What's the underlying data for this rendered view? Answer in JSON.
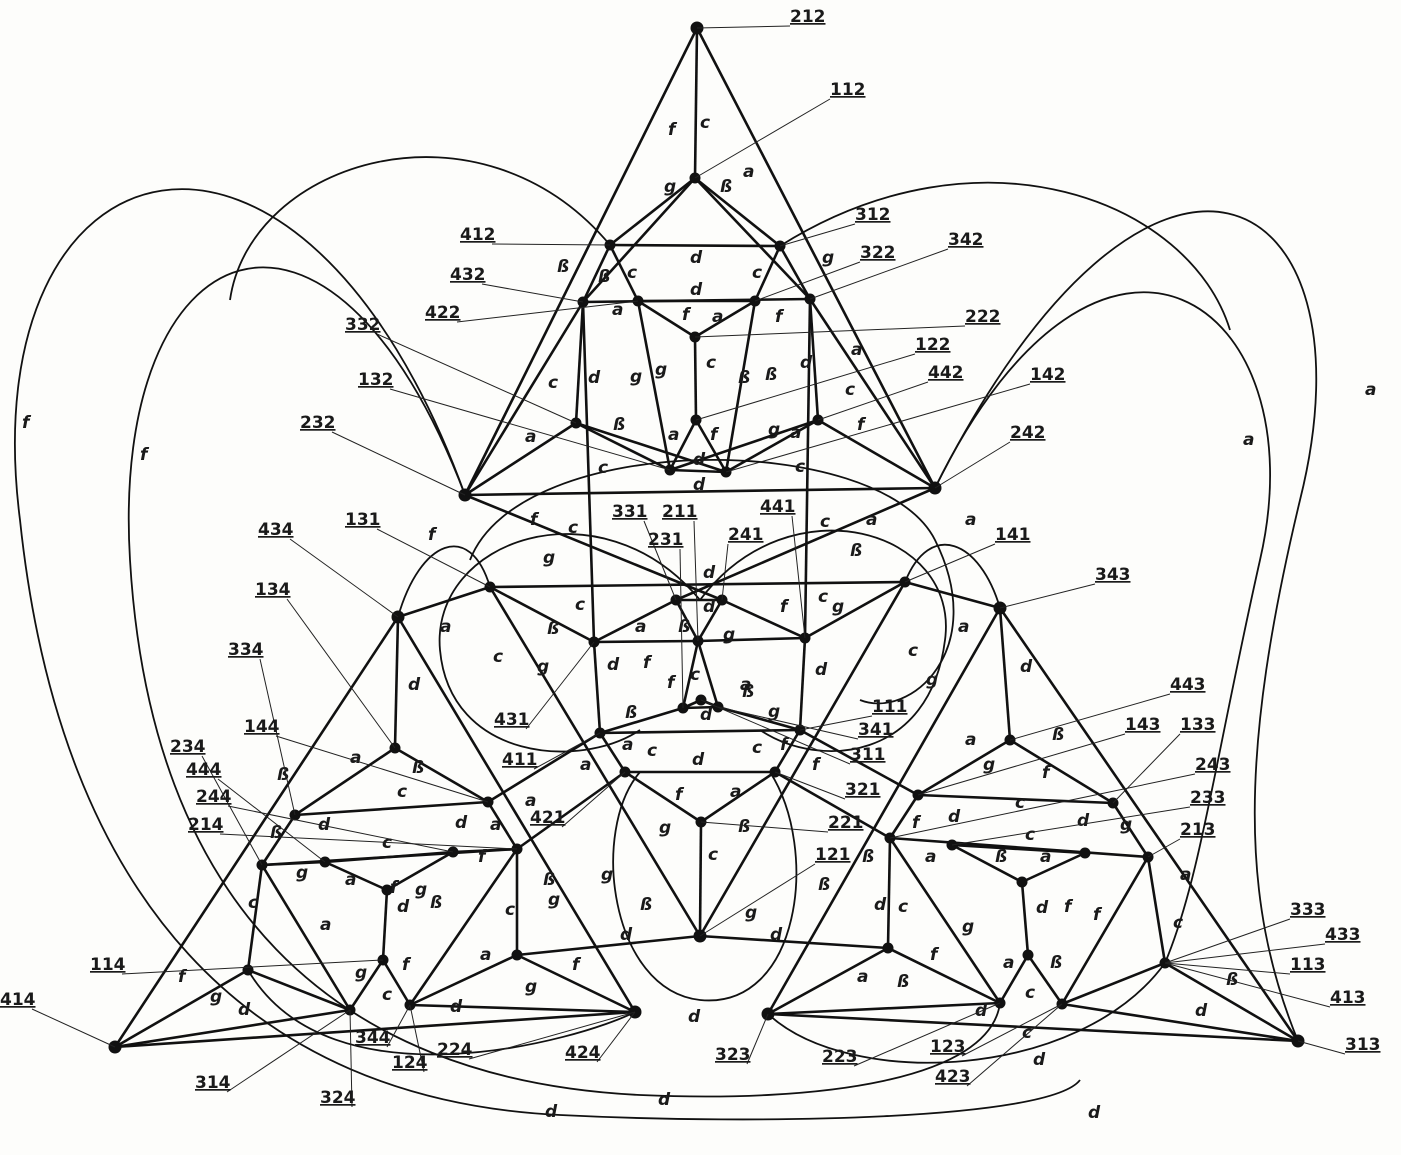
{
  "node_labels": {
    "212": "212",
    "112": "112",
    "312": "312",
    "412": "412",
    "322": "322",
    "342": "342",
    "432": "432",
    "422": "422",
    "222": "222",
    "332": "332",
    "122": "122",
    "442": "442",
    "132": "132",
    "142": "142",
    "232": "232",
    "242": "242",
    "331": "331",
    "211": "211",
    "231": "231",
    "241": "241",
    "441": "441",
    "131": "131",
    "141": "141",
    "431": "431",
    "411": "411",
    "111": "111",
    "341": "341",
    "311": "311",
    "321": "321",
    "421": "421",
    "221": "221",
    "121": "121",
    "434": "434",
    "134": "134",
    "334": "334",
    "144": "144",
    "234": "234",
    "444": "444",
    "244": "244",
    "214": "214",
    "114": "114",
    "414": "414",
    "314": "314",
    "344": "344",
    "124": "124",
    "224": "224",
    "424": "424",
    "324": "324",
    "343": "343",
    "443": "443",
    "143": "143",
    "133": "133",
    "243": "243",
    "233": "233",
    "213": "213",
    "333": "333",
    "433": "433",
    "113": "113",
    "413": "413",
    "313": "313",
    "323": "323",
    "223": "223",
    "123": "123",
    "423": "423"
  },
  "edge_letters": {
    "a": "a",
    "b": "ß",
    "c": "c",
    "d": "d",
    "f": "f",
    "g": "g"
  }
}
